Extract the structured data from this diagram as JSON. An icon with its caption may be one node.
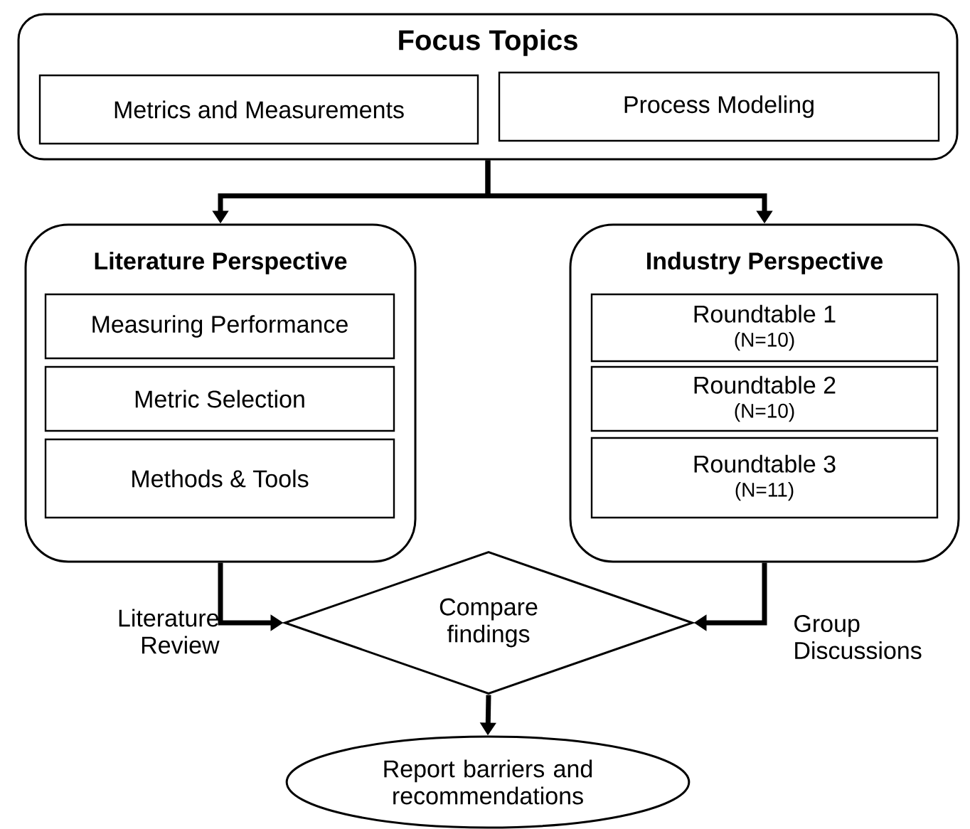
{
  "diagram": {
    "nodes": [
      {
        "text": [
          "Focus Topics"
        ]
      },
      {
        "text": [
          "Metrics and Measurements"
        ],
        "in": 0
      },
      {
        "text": [
          "Process Modeling"
        ],
        "in": 0
      },
      {
        "text": [
          "Literature Perspective"
        ]
      },
      {
        "text": [
          "Measuring Performance"
        ],
        "in": 3
      },
      {
        "text": [
          "Metric Selection"
        ],
        "in": 3
      },
      {
        "text": [
          "Methods & Tools"
        ],
        "in": 3
      },
      {
        "text": [
          "Industry Perspective"
        ]
      },
      {
        "text": [
          "Roundtable 1",
          "(N=10)"
        ],
        "in": 7
      },
      {
        "text": [
          "Roundtable 2",
          "(N=10)"
        ],
        "in": 7
      },
      {
        "text": [
          "Roundtable 3",
          "(N=11)"
        ],
        "in": 7
      },
      {
        "text": [
          "Compare findings"
        ]
      },
      {
        "text": [
          "Report barriers and recommendations"
        ]
      }
    ],
    "edges": [
      {
        "from": 0,
        "to": 3,
        "arrow": "to"
      },
      {
        "from": 0,
        "to": 7,
        "arrow": "to"
      },
      {
        "from": 3,
        "to": 11,
        "arrow": "to",
        "label": "Literature Review"
      },
      {
        "from": 7,
        "to": 11,
        "arrow": "to",
        "label": "Group Discussions"
      },
      {
        "from": 11,
        "to": 12,
        "arrow": "to"
      }
    ]
  }
}
